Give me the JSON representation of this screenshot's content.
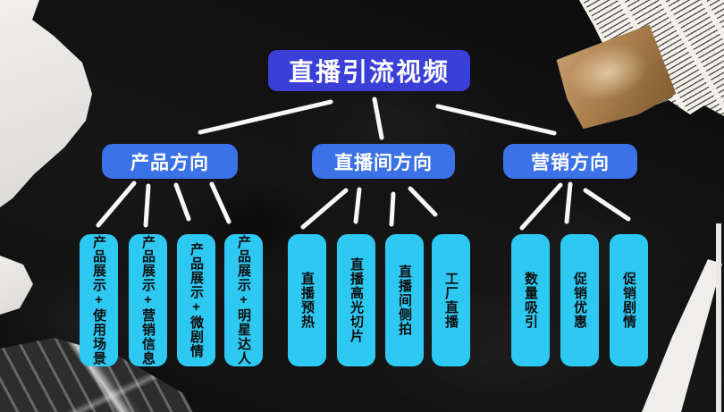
{
  "title": {
    "label": "直播引流视频"
  },
  "branches": [
    {
      "label": "产品方向",
      "leaves": [
        "产品展示+使用场景",
        "产品展示+营销信息",
        "产品展示+微剧情",
        "产品展示+明星达人"
      ]
    },
    {
      "label": "直播间方向",
      "leaves": [
        "直播预热",
        "直播高光切片",
        "直播间侧拍",
        "工厂直播"
      ]
    },
    {
      "label": "营销方向",
      "leaves": [
        "数量吸引",
        "促销优惠",
        "促销剧情"
      ]
    }
  ],
  "colors": {
    "background": "#161616",
    "title_bg": "#3a3fd8",
    "branch_bg": "#3b72e8",
    "leaf_bg": "#2ec9f2",
    "connector": "#f7f7f7",
    "node_text": "#ffffff",
    "leaf_text": "#0d0d0d"
  }
}
